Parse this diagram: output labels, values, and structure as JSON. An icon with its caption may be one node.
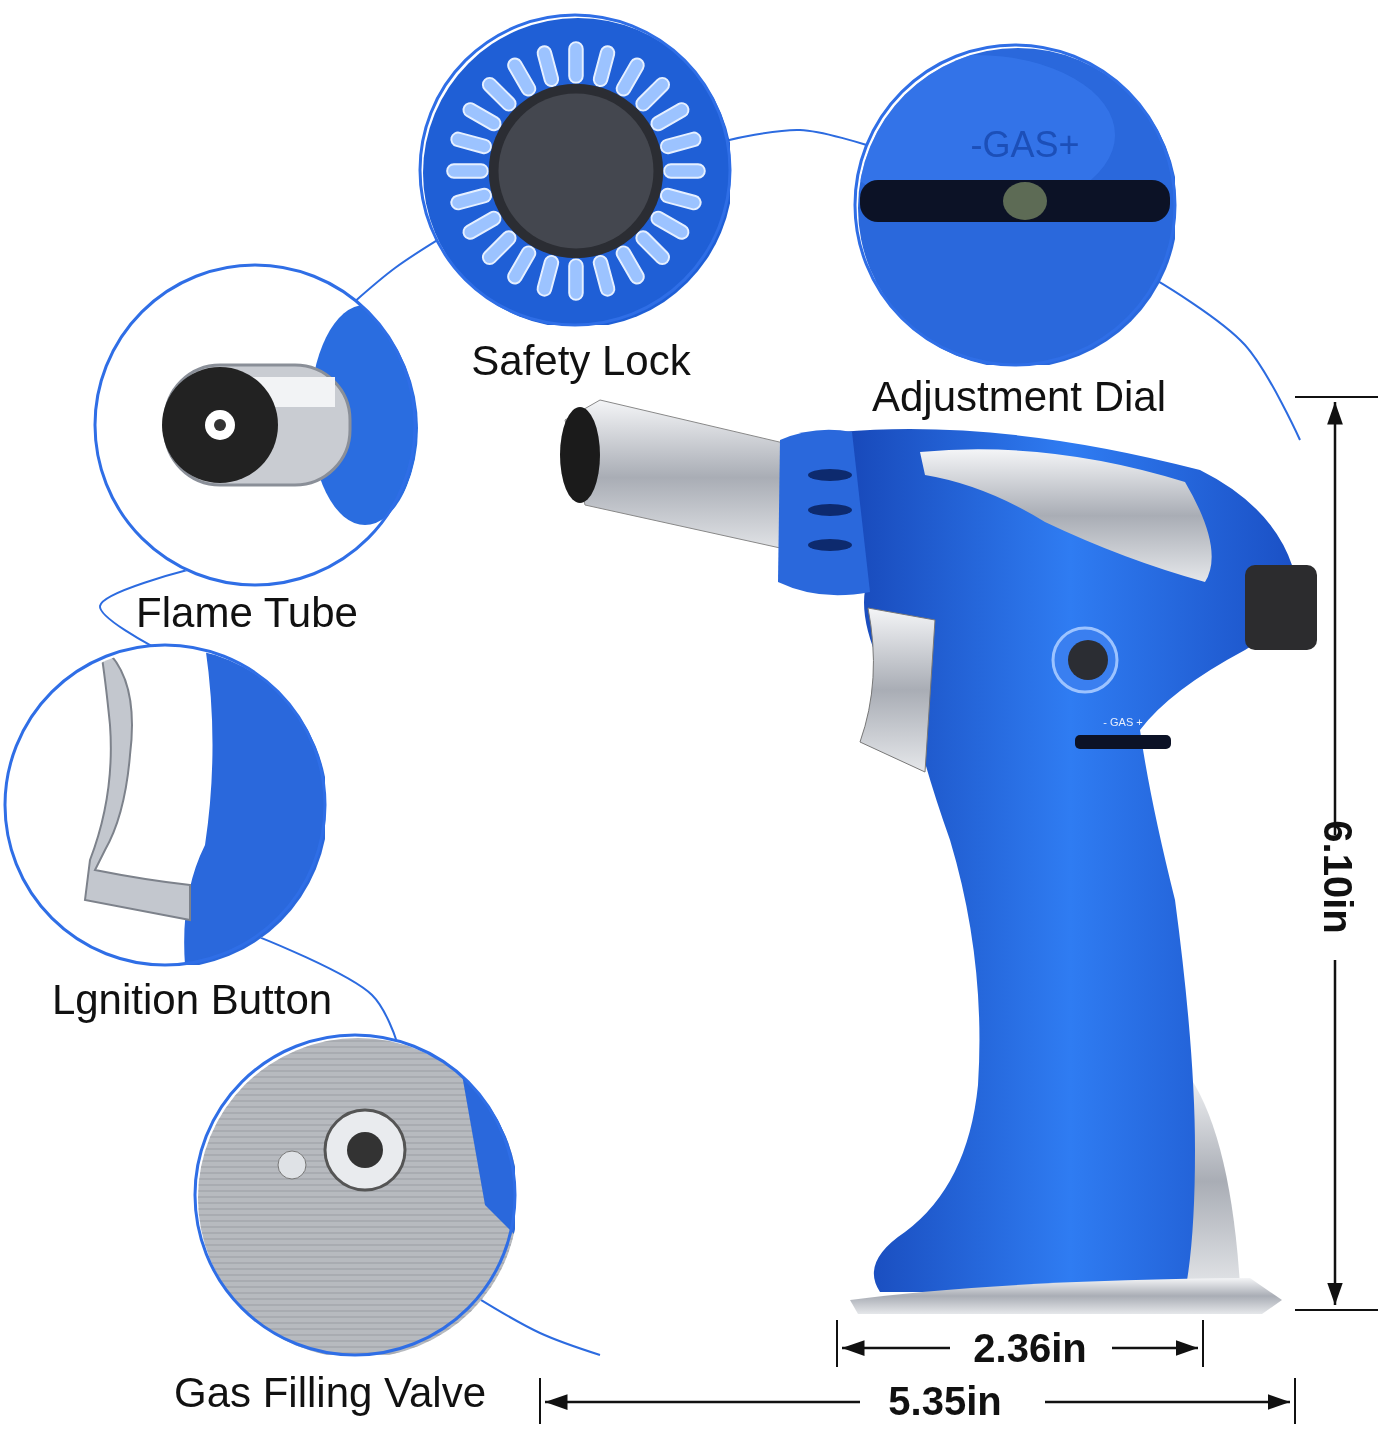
{
  "diagram": {
    "nodes": [
      {
        "text": [
          "Flame Tube"
        ]
      },
      {
        "text": [
          "Safety Lock"
        ]
      },
      {
        "text": [
          "Adjustment Dial"
        ]
      },
      {
        "text": [
          "Lgnition Button"
        ]
      },
      {
        "text": [
          "Gas Filling Valve"
        ]
      },
      {
        "text": [],
        "shape": "picture"
      }
    ],
    "edges": [
      {
        "from": 0,
        "to": 1,
        "arrow": "none"
      },
      {
        "from": 1,
        "to": 2,
        "arrow": "none"
      },
      {
        "from": 2,
        "to": null,
        "arrow": "none"
      },
      {
        "from": 0,
        "to": 3,
        "arrow": "none"
      },
      {
        "from": 3,
        "to": 4,
        "arrow": "none"
      },
      {
        "from": 4,
        "to": null,
        "arrow": "none"
      }
    ],
    "labels": [
      "-GAS+",
      "- GAS +",
      "6.10in",
      "2.36in",
      "5.35in"
    ]
  }
}
